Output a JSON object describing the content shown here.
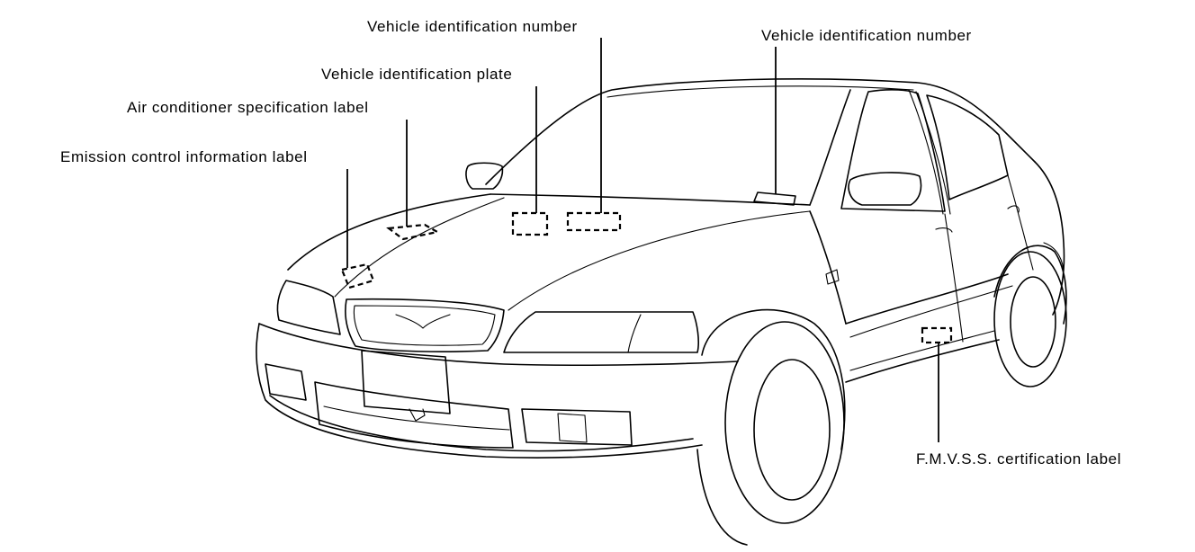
{
  "labels": {
    "vin_top": "Vehicle identification number",
    "vin_dash": "Vehicle identification number",
    "vin_plate": "Vehicle identification plate",
    "ac_label": "Air conditioner specification label",
    "emission_label": "Emission control information label",
    "fmvss_label": "F.M.V.S.S. certification label"
  },
  "colors": {
    "ink": "#000000",
    "background": "#ffffff"
  }
}
